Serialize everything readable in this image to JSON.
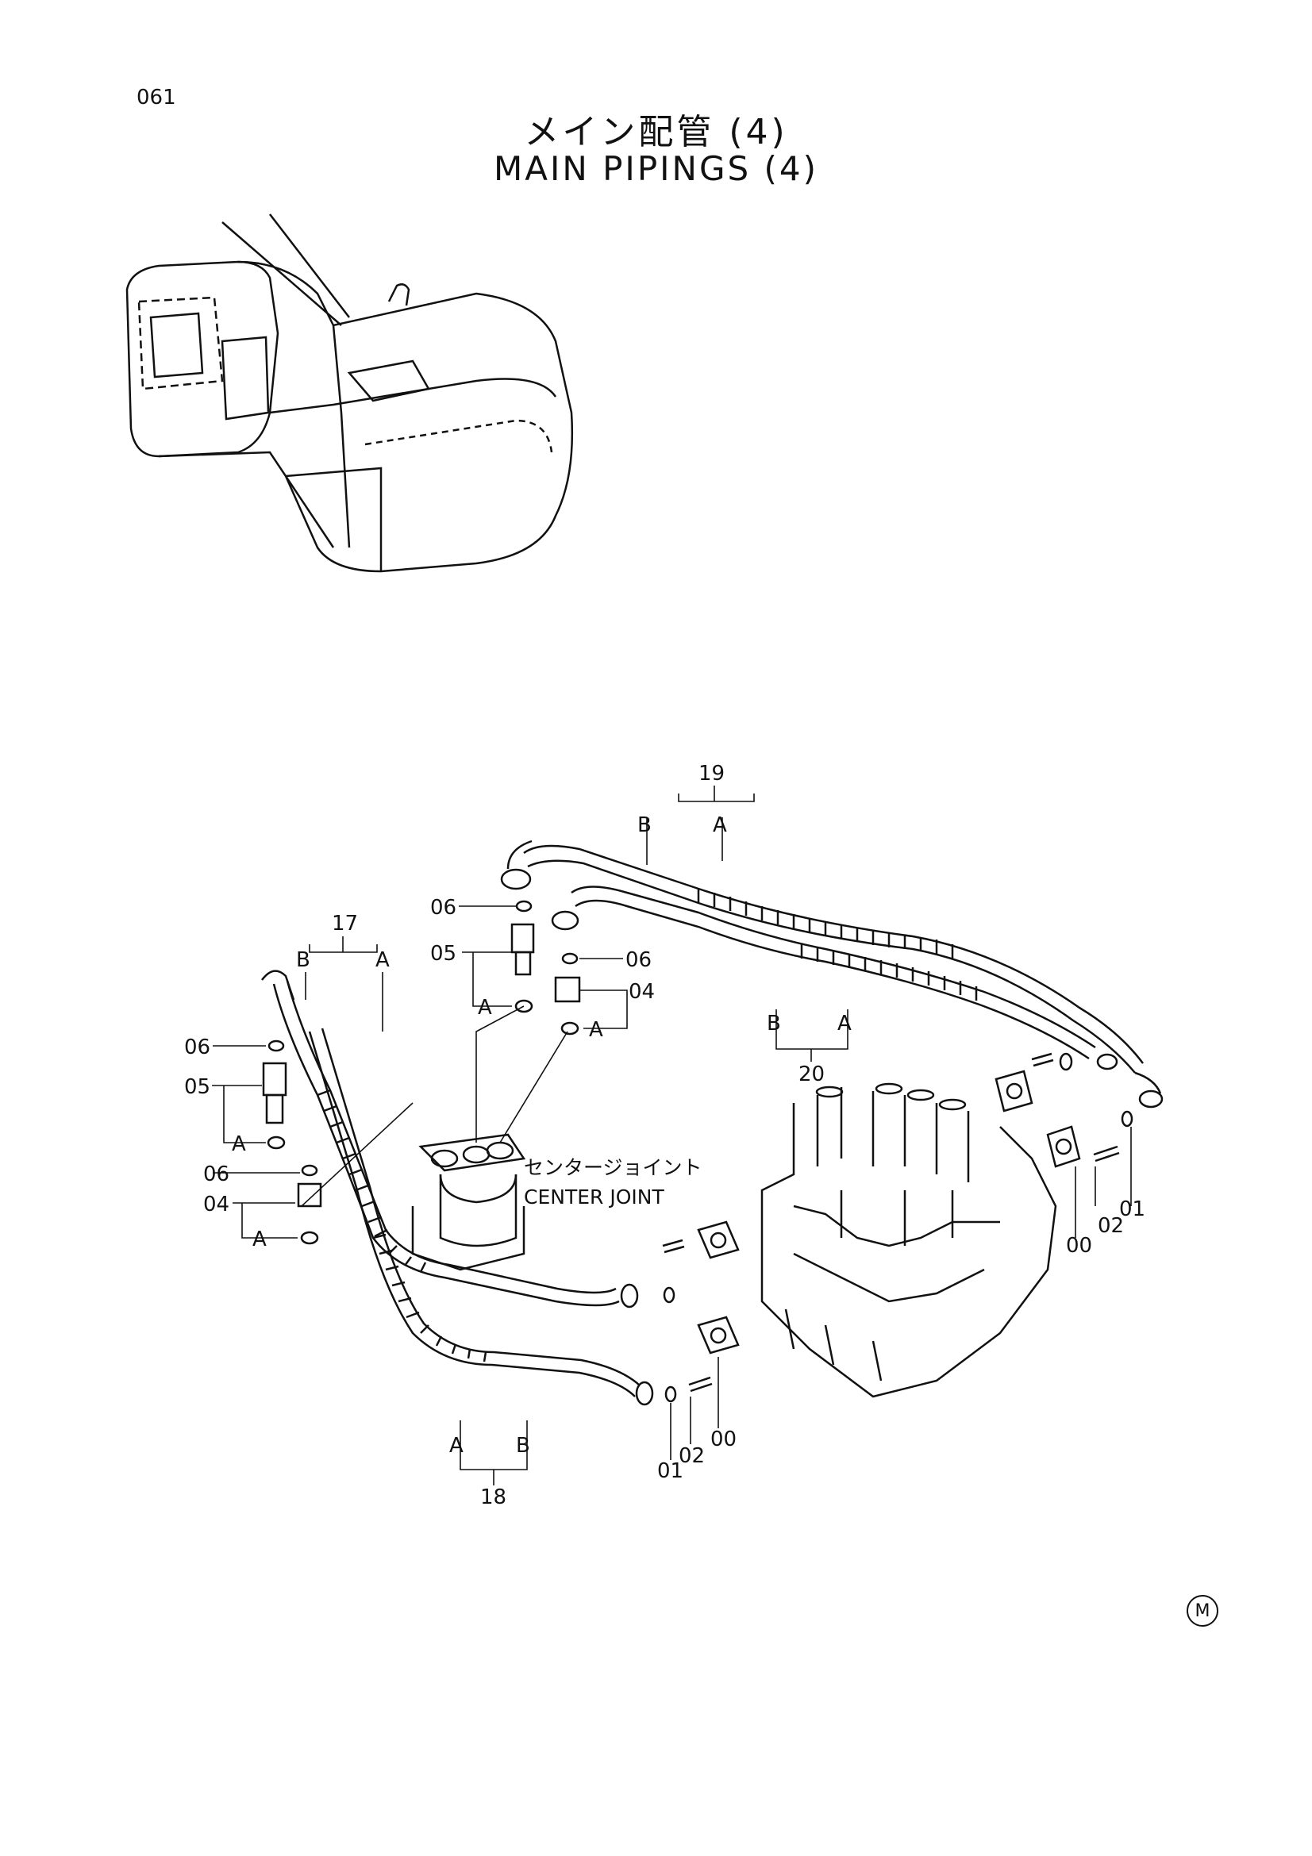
{
  "page_number": "061",
  "title_jp": "メイン配管 (4)",
  "title_en": "MAIN PIPINGS (4)",
  "center_joint_jp": "センタージョイント",
  "center_joint_en": "CENTER JOINT",
  "hose_groups": {
    "g17": {
      "num": "17",
      "b": "B",
      "a": "A"
    },
    "g18": {
      "num": "18",
      "a": "A",
      "b": "B"
    },
    "g19": {
      "num": "19",
      "b": "B",
      "a": "A"
    },
    "g20": {
      "num": "20",
      "b": "B",
      "a": "A"
    }
  },
  "callouts": {
    "left_06a": "06",
    "left_05": "05",
    "left_a1": "A",
    "left_06b": "06",
    "left_04": "04",
    "left_a2": "A",
    "mid_06a": "06",
    "mid_05": "05",
    "mid_a1": "A",
    "mid_06b": "06",
    "mid_04": "04",
    "mid_a2": "A",
    "r_01": "01",
    "r_02": "02",
    "r_00": "00",
    "b_01": "01",
    "b_02": "02",
    "b_00": "00"
  },
  "footer_mark": "M"
}
